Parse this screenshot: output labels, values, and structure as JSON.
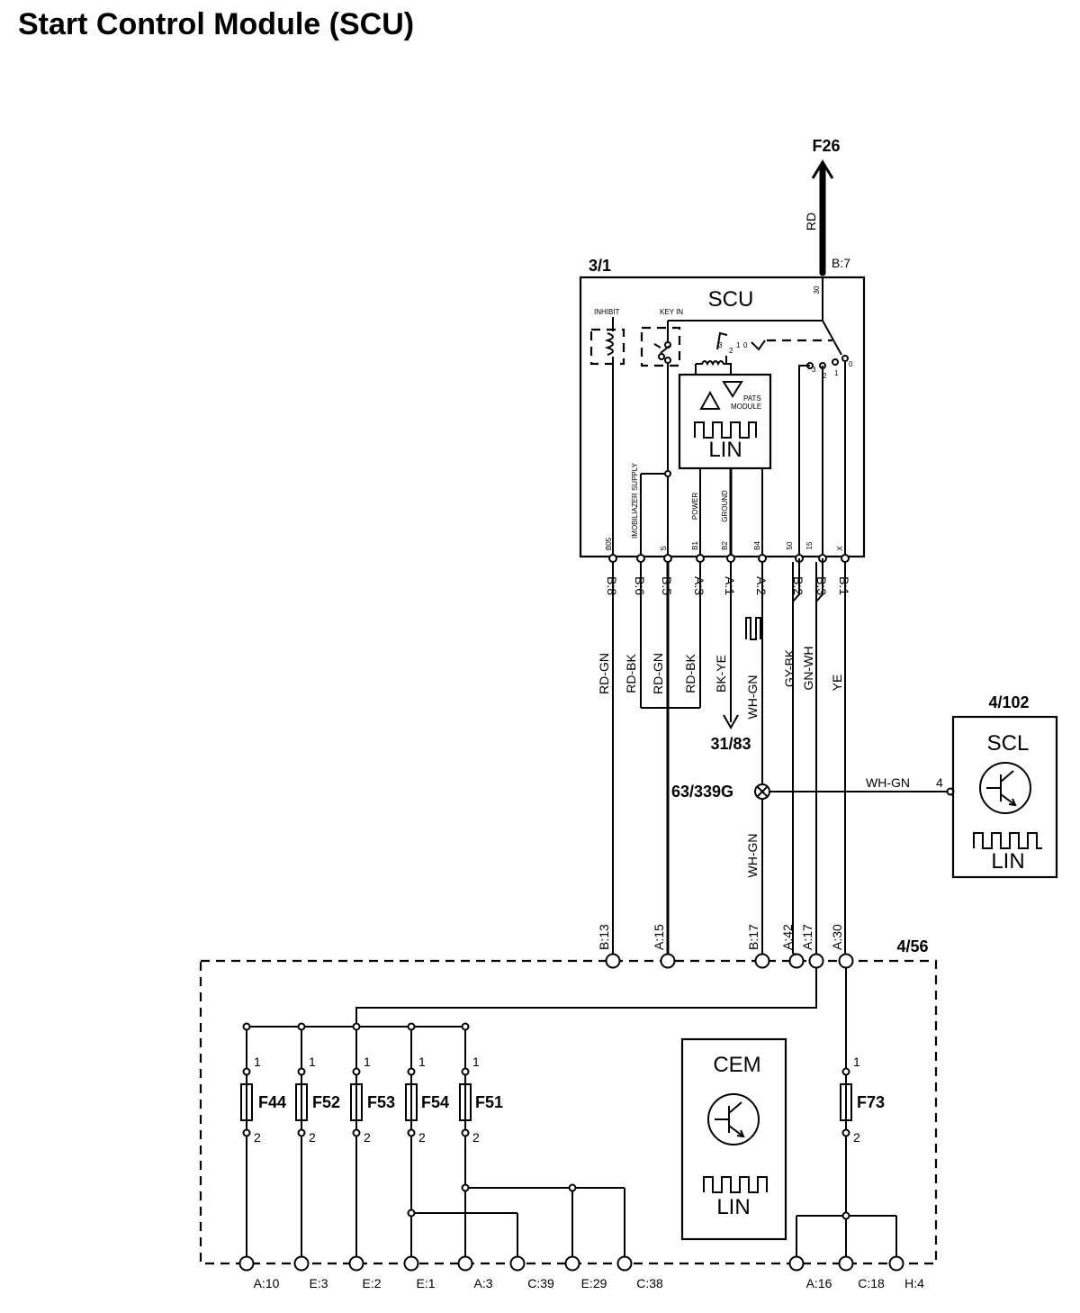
{
  "title": "Start Control Module (SCU)",
  "f26": {
    "label": "F26",
    "wire": "RD",
    "pin": "B:7"
  },
  "scu": {
    "ref": "3/1",
    "name": "SCU",
    "inhibit": "INHIBIT",
    "keyin": "KEY IN",
    "pats": "PATS",
    "module": "MODULE",
    "lin": "LIN",
    "sw_pos": {
      "p3": "3",
      "p2": "2",
      "p1": "1",
      "p0": "0"
    },
    "int_labels": {
      "b05": "B05",
      "mob": "IMOBILIAZER SUPPLY",
      "s": "S",
      "b1": "B1",
      "power": "POWER",
      "b2": "B2",
      "ground": "GROUND",
      "b4": "B4",
      "p50": "50",
      "p15": "15",
      "x": "X",
      "p30": "30"
    },
    "pins": [
      "B:8",
      "B:6",
      "B:5",
      "A:3",
      "A:1",
      "A:2",
      "B:2",
      "B:3",
      "B:1"
    ],
    "wires": [
      "RD-GN",
      "RD-BK",
      "RD-GN",
      "RD-BK",
      "BK-YE",
      "WH-GN",
      "GY-BK",
      "GN-WH",
      "YE"
    ]
  },
  "ground": "31/83",
  "splice": "63/339G",
  "scl": {
    "ref": "4/102",
    "name": "SCL",
    "lin": "LIN",
    "pin": "4",
    "wire": "WH-GN"
  },
  "splice_wire": "WH-GN",
  "cem": {
    "ref": "4/56",
    "name": "CEM",
    "lin": "LIN",
    "top_pins": [
      "B:13",
      "A:15",
      "B:17",
      "A:42",
      "A:17",
      "A:30"
    ],
    "fuses": [
      "F44",
      "F52",
      "F53",
      "F54",
      "F51",
      "F73"
    ],
    "fuse_pin_in": "1",
    "fuse_pin_out": "2",
    "bottom_pins": [
      "A:10",
      "E:3",
      "E:2",
      "E:1",
      "A:3",
      "C:39",
      "E:29",
      "C:38",
      "A:16",
      "C:18",
      "H:4"
    ]
  }
}
